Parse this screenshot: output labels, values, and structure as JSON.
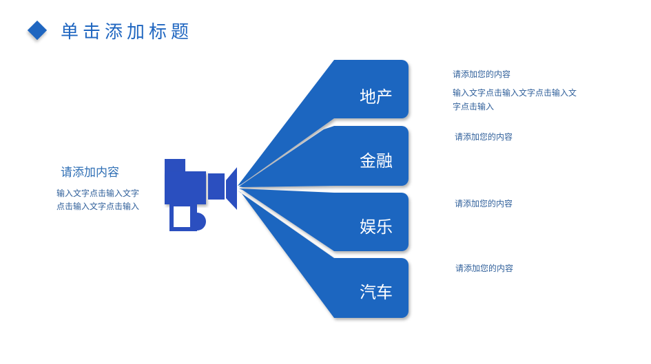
{
  "title": "单击添加标题",
  "left": {
    "heading": "请添加内容",
    "body": "输入文字点击输入文字点击输入文字点击输入"
  },
  "categories": [
    {
      "label": "地产",
      "heading": "请添加您的内容",
      "body": "输入文字点击输入文字点击输入文字点击输入"
    },
    {
      "label": "金融",
      "heading": "请添加您的内容"
    },
    {
      "label": "娱乐",
      "heading": "请添加您的内容"
    },
    {
      "label": "汽车",
      "heading": "请添加您的内容"
    }
  ],
  "colors": {
    "primary": "#1f66c0",
    "camera": "#2b4fbf"
  }
}
